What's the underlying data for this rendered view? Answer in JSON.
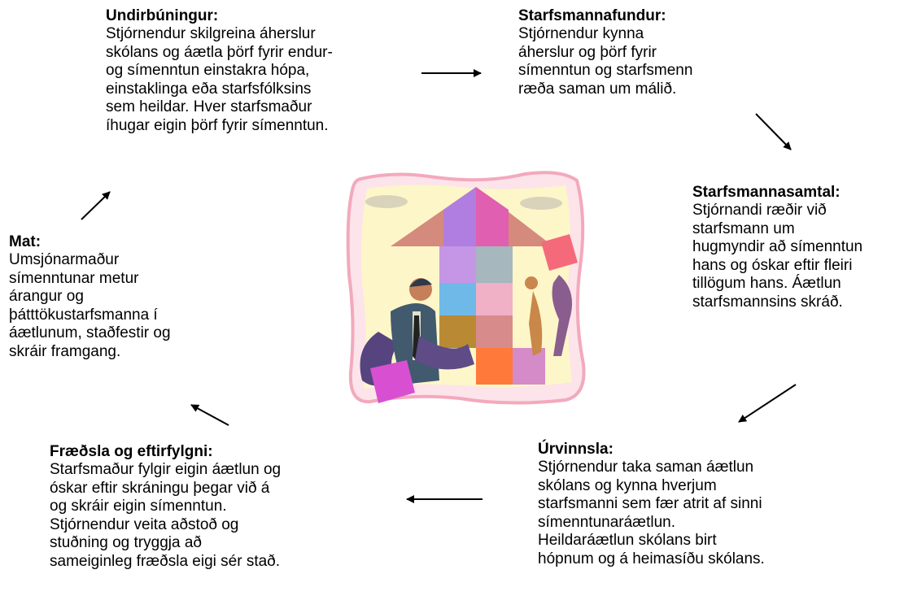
{
  "steps": {
    "undirbuningur": {
      "title": "Undirbúningur:",
      "lines": [
        "Stjórnendur skilgreina áherslur",
        "skólans og áætla þörf fyrir endur-",
        "og símenntun einstakra hópa,",
        "einstaklinga eða starfsfólksins",
        "sem heildar.  Hver starfsmaður",
        "íhugar eigin þörf fyrir símenntun."
      ]
    },
    "starfsmannafundur": {
      "title": "Starfsmannafundur:",
      "lines": [
        "Stjórnendur kynna",
        "áherslur og þörf fyrir",
        "símenntun og starfsmenn",
        "ræða saman um málið."
      ]
    },
    "starfsmannasamtal": {
      "title": "Starfsmannasamtal:",
      "lines": [
        "Stjórnandi ræðir við",
        "starfsmann um",
        "hugmyndir að símenntun",
        "hans og óskar eftir  fleiri",
        "tillögum hans.  Áætlun",
        "starfsmannsins skráð."
      ]
    },
    "urvinnsla": {
      "title": "Úrvinnsla:",
      "lines": [
        "Stjórnendur taka saman áætlun",
        "skólans og kynna hverjum",
        "starfsmanni sem fær atrit af sinni",
        "símenntunaráætlun.",
        "Heildaráætlun  skólans birt",
        "hópnum og á heimasíðu skólans."
      ]
    },
    "fraedsla": {
      "title": "Fræðsla og eftirfylgni:",
      "lines": [
        "Starfsmaður fylgir eigin áætlun og",
        "óskar eftir skráningu þegar við á",
        "og skráir eigin símenntun.",
        "Stjórnendur veita aðstoð og",
        "stuðning og tryggja að",
        "sameiginleg fræðsla eigi sér stað."
      ]
    },
    "mat": {
      "title": "Mat:",
      "lines": [
        "Umsjónarmaður",
        "símenntunar metur",
        "árangur og",
        "þátttökustarfsmanna í",
        "áætlunum, staðfestir og",
        "skráir framgang."
      ]
    }
  }
}
